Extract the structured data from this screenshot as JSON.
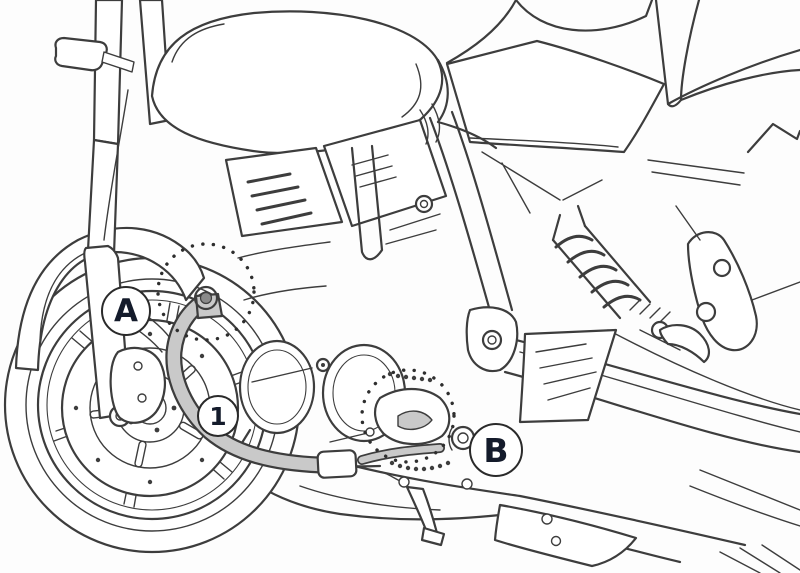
{
  "diagram": {
    "type": "installation-line-drawing",
    "subject": "motorcycle left-front three-quarter view with engine-guard tube and mounting points",
    "callouts": [
      {
        "id": "mount-a",
        "label": "A"
      },
      {
        "id": "part-1",
        "label": "1"
      },
      {
        "id": "mount-b",
        "label": "B"
      }
    ],
    "highlights": [
      {
        "id": "mount-area-a",
        "style": "dotted-circle"
      },
      {
        "id": "mount-area-b",
        "style": "dotted-circle"
      }
    ],
    "colors": {
      "background": "#ffffff",
      "line": "#3d3d3d",
      "tube_fill": "#c9c9c9",
      "label_text": "#141b2b",
      "label_circle_border": "#2a2a2a",
      "label_circle_fill": "#ffffff"
    }
  }
}
